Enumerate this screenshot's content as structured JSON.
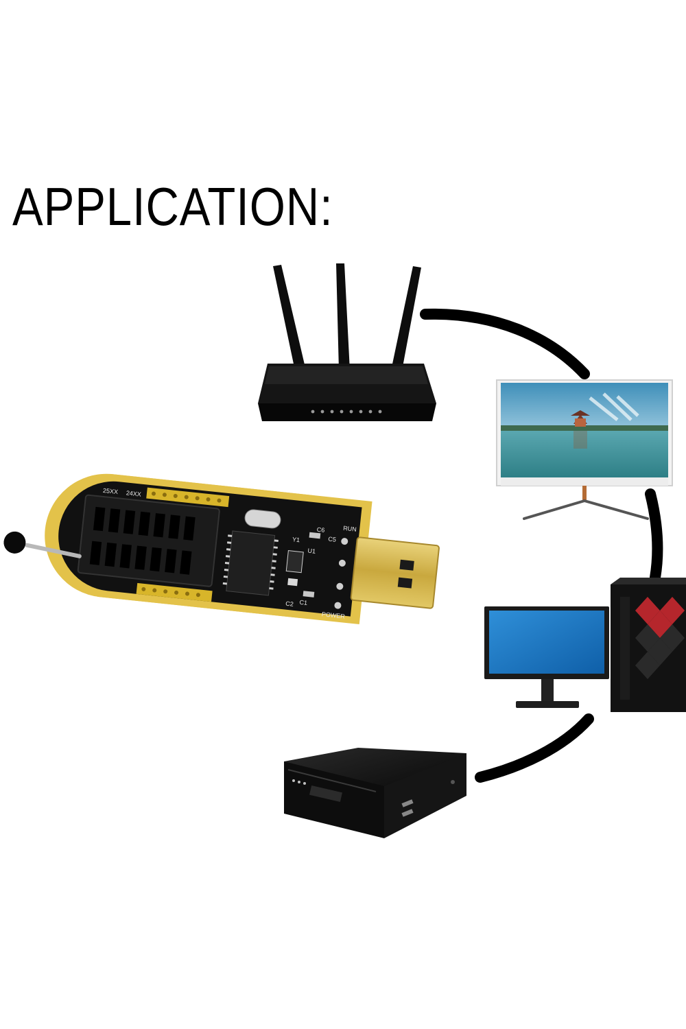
{
  "heading": "APPLICATION:",
  "programmer": {
    "icon": "usb-eeprom-programmer-icon",
    "silkscreen": [
      "25XX",
      "24XX",
      "RUN",
      "POWER",
      "C6",
      "C5",
      "Y1",
      "U1",
      "C1",
      "C2"
    ],
    "board_color": "#e3c24a"
  },
  "devices": [
    {
      "name": "router",
      "icon": "wireless-router-icon"
    },
    {
      "name": "flat-screen-monitor",
      "icon": "monitor-icon"
    },
    {
      "name": "desktop-computer",
      "icon": "desktop-computer-icon"
    },
    {
      "name": "set-top-box",
      "icon": "set-top-box-icon"
    }
  ]
}
